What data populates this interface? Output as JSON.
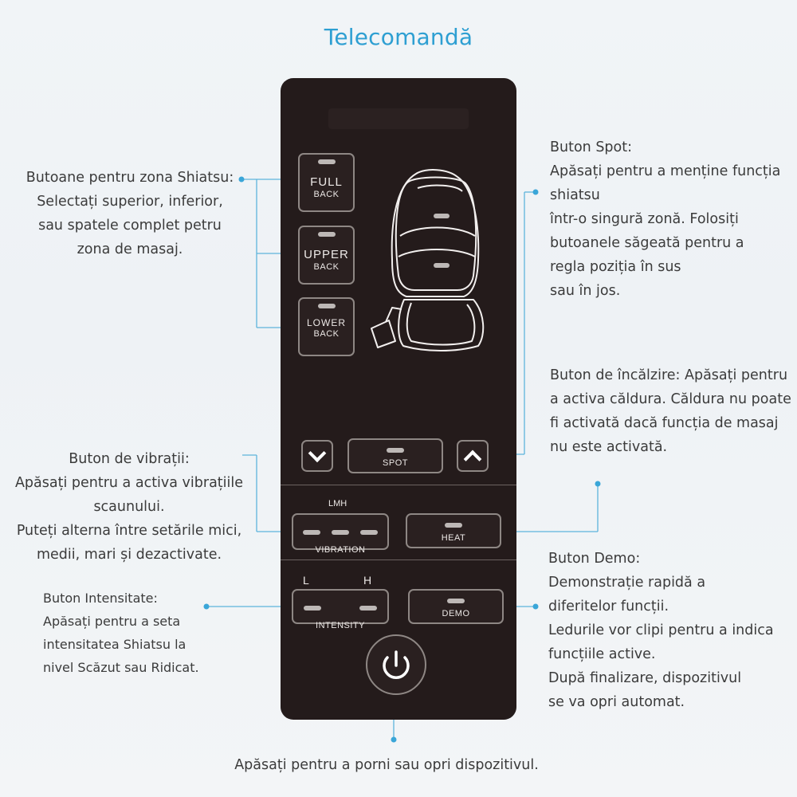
{
  "title": "Telecomandă",
  "annotations": {
    "shiatsu_zone": [
      "Butoane pentru zona Shiatsu:",
      "Selectați superior, inferior,",
      "sau spatele complet petru",
      "zona de masaj."
    ],
    "spot": [
      "Buton Spot:",
      "Apăsați pentru a menține funcția",
      "shiatsu",
      "într-o singură zonă. Folosiți",
      "butoanele săgeată pentru a",
      "regla poziția în sus",
      "sau în jos."
    ],
    "heat": [
      "Buton de încălzire: Apăsați pentru",
      "a activa căldura. Căldura nu poate",
      "fi activată dacă funcția de masaj",
      "nu este activată."
    ],
    "vibration": [
      "Buton de vibrații:",
      "Apăsați pentru a activa vibrațiile",
      "scaunului.",
      "Puteți alterna între setările mici,",
      "medii, mari și dezactivate."
    ],
    "intensity": [
      "Buton Intensitate:",
      "Apăsați pentru a seta",
      "intensitatea Shiatsu la",
      "nivel Scăzut sau Ridicat."
    ],
    "demo": [
      "Buton Demo:",
      "Demonstrație rapidă a",
      "diferitelor funcții.",
      "Ledurile vor clipi pentru a indica",
      "funcțiile active.",
      "După finalizare, dispozitivul",
      "se va opri automat."
    ],
    "power": "Apăsați pentru a porni sau opri dispozitivul."
  },
  "remote": {
    "full_line1": "FULL",
    "full_line2": "BACK",
    "upper_line1": "UPPER",
    "upper_line2": "BACK",
    "lower_line1": "LOWER",
    "lower_line2": "BACK",
    "spot": "SPOT",
    "lmh": "LMH",
    "vibration": "VIBRATION",
    "heat": "HEAT",
    "intensity_low": "L",
    "intensity_high": "H",
    "intensity": "INTENSITY",
    "demo": "DEMO"
  },
  "icons": {
    "down_arrow": "chevron-down-icon",
    "up_arrow": "chevron-up-icon",
    "power": "power-icon",
    "chair": "massage-chair-icon"
  },
  "colors": {
    "accent": "#2e9fd2",
    "remote_body": "#241b1b",
    "text": "#3b3b3b"
  }
}
